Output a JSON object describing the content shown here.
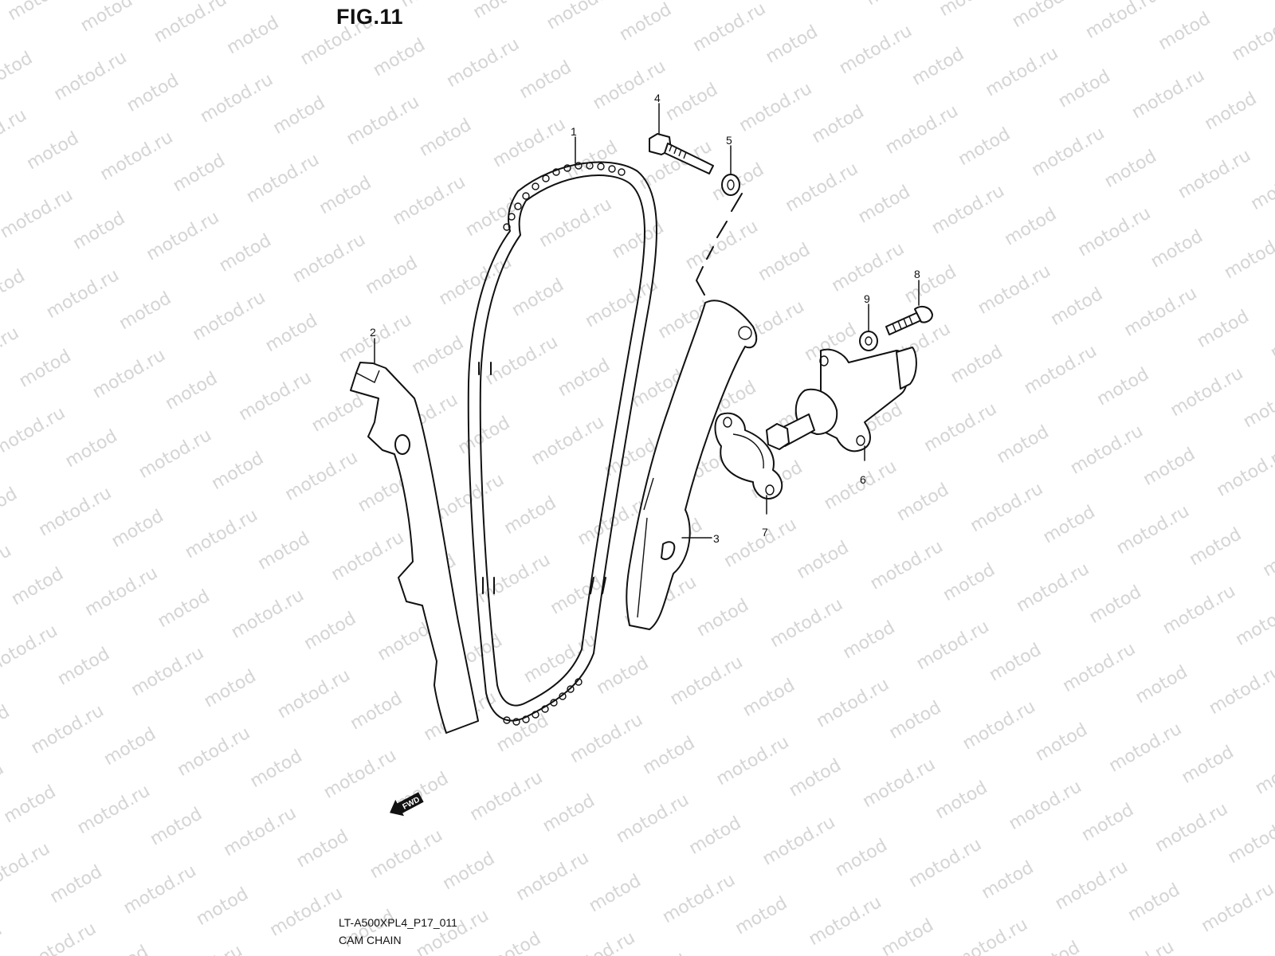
{
  "figure": {
    "title": "FIG.11",
    "code": "LT-A500XPL4_P17_011",
    "name": "CAM CHAIN"
  },
  "watermark": {
    "text": "motod.ru",
    "color": "#d4d4d4",
    "angle_deg": -30
  },
  "callouts": [
    {
      "num": "1",
      "part": "cam-chain"
    },
    {
      "num": "2",
      "part": "cam-chain-guide-no1"
    },
    {
      "num": "3",
      "part": "cam-chain-tensioner"
    },
    {
      "num": "4",
      "part": "tensioner-bolt"
    },
    {
      "num": "5",
      "part": "washer"
    },
    {
      "num": "6",
      "part": "tensioner-adjuster"
    },
    {
      "num": "7",
      "part": "gasket"
    },
    {
      "num": "8",
      "part": "adjuster-bolt"
    },
    {
      "num": "9",
      "part": "adjuster-washer"
    }
  ],
  "direction_marker": {
    "label": "FWD",
    "icon": "arrow-left-down-icon"
  }
}
